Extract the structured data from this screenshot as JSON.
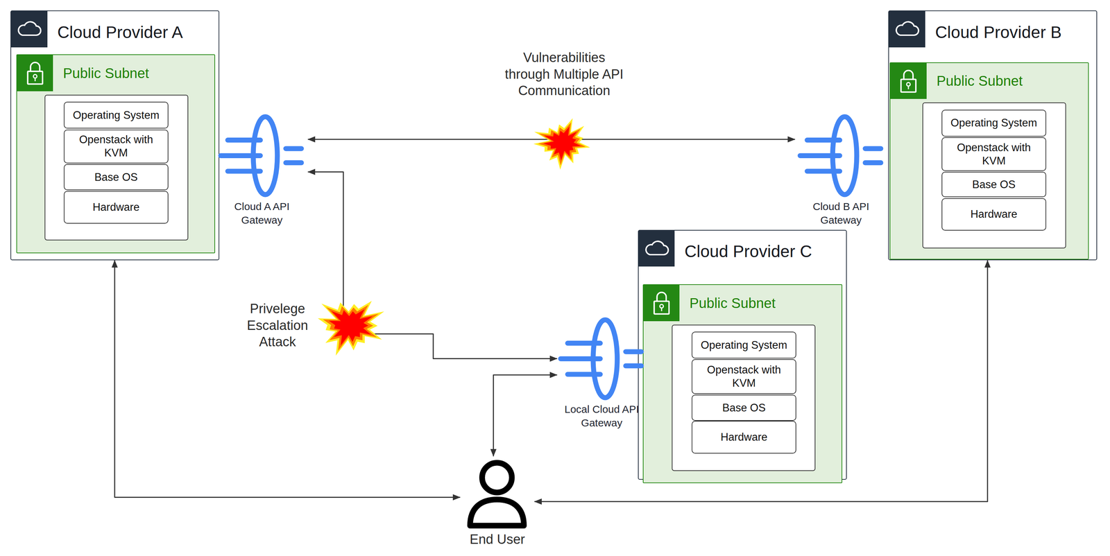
{
  "diagram": {
    "nodes": [
      {
        "text": [
          "Cloud Provider A"
        ]
      },
      {
        "text": [
          "Public Subnet"
        ],
        "in": 0
      },
      {
        "text": [
          "Operating System"
        ],
        "in": 1
      },
      {
        "text": [
          "Openstack with KVM"
        ],
        "in": 1
      },
      {
        "text": [
          "Base OS"
        ],
        "in": 1
      },
      {
        "text": [
          "Hardware"
        ],
        "in": 1
      },
      {
        "text": [
          "Cloud A API Gateway"
        ]
      },
      {
        "text": [
          "Cloud Provider B"
        ]
      },
      {
        "text": [
          "Public Subnet"
        ],
        "in": 7
      },
      {
        "text": [
          "Operating System"
        ],
        "in": 8
      },
      {
        "text": [
          "Openstack with KVM"
        ],
        "in": 8
      },
      {
        "text": [
          "Base OS"
        ],
        "in": 8
      },
      {
        "text": [
          "Hardware"
        ],
        "in": 8
      },
      {
        "text": [
          "Cloud B API Gateway"
        ]
      },
      {
        "text": [
          "Cloud Provider C"
        ]
      },
      {
        "text": [
          "Public Subnet"
        ],
        "in": 14
      },
      {
        "text": [
          "Operating System"
        ],
        "in": 15
      },
      {
        "text": [
          "Openstack with KVM"
        ],
        "in": 15
      },
      {
        "text": [
          "Base OS"
        ],
        "in": 15
      },
      {
        "text": [
          "Hardware"
        ],
        "in": 15
      },
      {
        "text": [
          "Local Cloud API Gateway"
        ]
      },
      {
        "text": [
          "End User"
        ]
      }
    ],
    "edges": [
      {
        "from": 6,
        "to": 13,
        "arrow": "both",
        "label": "Vulnerabilities through Multiple API Communication"
      },
      {
        "from": 20,
        "to": 6,
        "arrow": "both",
        "label": "Privelege Escalation Attack"
      },
      {
        "from": 21,
        "to": 20,
        "arrow": "both"
      },
      {
        "from": 21,
        "to": 0,
        "arrow": "both"
      },
      {
        "from": 21,
        "to": 7,
        "arrow": "both"
      }
    ]
  }
}
